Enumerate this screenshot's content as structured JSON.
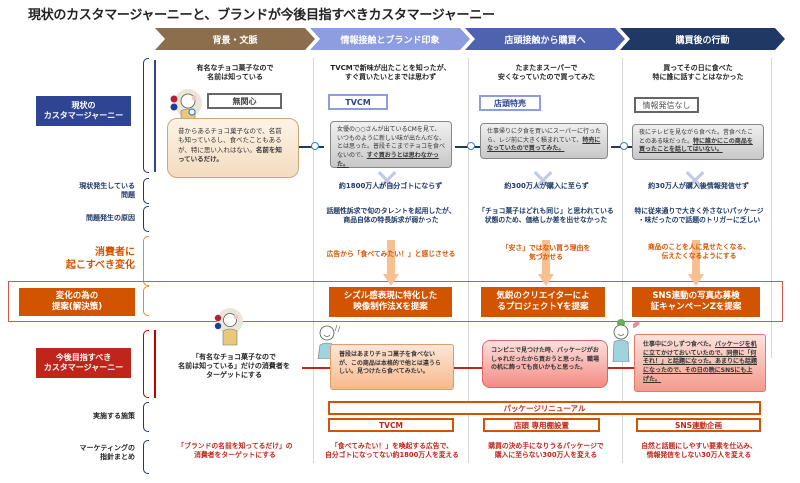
{
  "title": "現状のカスタマージャーニーと、ブランドが今後目指すべきカスタマージャーニー",
  "stages": [
    {
      "label": "背景・文脈",
      "color": "#8c6e4c"
    },
    {
      "label": "情報接触とブランド印象",
      "color": "#8e9ce0"
    },
    {
      "label": "店頭接触から購買へ",
      "color": "#4f62b0"
    },
    {
      "label": "購買後の行動",
      "color": "#1f3864"
    }
  ],
  "rows": {
    "current_journey": "現状の\nカスタマージャーニー",
    "problem": "現状発生している\n問題",
    "cause": "問題発生の原因",
    "change": "消費者に\n起こすべき変化",
    "proposal": "変化の為の\n提案(解決策)",
    "future_journey": "今後目指すべき\nカスタマージャーニー",
    "measures": "実施する施策",
    "summary": "マーケティングの\n指針まとめ"
  },
  "current": {
    "background": {
      "heading": "有名なチョコ菓子なので\n名前は知っている",
      "tag": "無関心",
      "speech": "昔からあるチョコ菓子なので、名前も知っているし、食べたこともあるが、特に思い入れはない。",
      "speech_bold": "名前を知っているだけ。"
    },
    "info": {
      "heading": "TVCMで新味が出たことを知ったが、\nすぐ買いたいとまでは思わず",
      "tag": "TVCM",
      "speech": "女優の○○さんが出ているCMを見て、いつものように新しい味が出たんだな、とは思った。普段そこまでチョコを食べないので、",
      "speech_bold": "すぐ買おうとは思わなかった。"
    },
    "store": {
      "heading": "たまたまスーパーで\n安くなっていたので買ってみた",
      "tag": "店頭特売",
      "speech": "仕事帰りに夕食を買いにスーパーに行ったら、レジ前に大きく積まれていて、",
      "speech_bold": "特売になっていたので買ってみた。"
    },
    "after": {
      "heading": "買ってその日に食べた\n特に誰に話すことはなかった",
      "tag": "情報発信なし",
      "speech": "夜にテレビを見ながら食べた。昔食べたことのある味だった。",
      "speech_bold": "特に誰かにこの商品を買ったことを話してはいない。"
    }
  },
  "problems": [
    "約1800万人が自分ゴトにならず",
    "約300万人が購入に至らず",
    "約30万人が購入後情報発信せず"
  ],
  "causes": [
    "話題性訴求で旬のタレントを起用したが、\n商品自体の特長訴求が弱かった",
    "「チョコ菓子はどれも同じ」と思われている\n状態のため、価格しか差を出せなかった",
    "特に従来通りで大きく外さないパッケージ\n・味だったので話題のトリガーに乏しい"
  ],
  "changes": [
    "広告から「食べてみたい！」と感じさせる",
    "「安さ」ではない買う理由を\n気づかせる",
    "商品のことを人に見せたくなる、\n伝えたくなるようにする"
  ],
  "proposals": [
    "シズル感表現に特化した\n映像制作法Xを提案",
    "気鋭のクリエイターによ\nるプロジェクトYを提案",
    "SNS連動の写真応募検\n証キャンペーンZを提案"
  ],
  "future": {
    "background": "「有名なチョコ菓子なので\n名前は知っている」だけの消費者を\nターゲットにする",
    "info": "普段はあまりチョコ菓子を食べないが、この商品は本格的で他とは違うらしい。見つけたら食べてみたい。",
    "store": "コンビニで見つけた時、パッケージがおしゃれだったから買おうと思った。職場の机に飾っても良いかもと思った。",
    "after_prefix": "仕事中に少しずつ食べた。",
    "after_underline": "パッケージを机に立てかけておいていたので、同僚に「何それ！」と話題になった。あまりにも話題になったので、その日の晩にSNSにも上げた。"
  },
  "measures": {
    "wide": "パッケージリニューアル",
    "items": [
      "TVCM",
      "店頭 専用棚設置",
      "SNS連動企画"
    ]
  },
  "summaries": [
    "「ブランドの名前を知ってるだけ」の\n消費者をターゲットにする",
    "「食べてみたい！」を喚起する広告で、\n自分ゴトになってない約1800万人を変える",
    "購買の決め手になりうるパッケージで\n購入に至らない300万人を変える",
    "自然と話題にしやすい要素を仕込み、\n情報発信をしない30万人を変える"
  ]
}
